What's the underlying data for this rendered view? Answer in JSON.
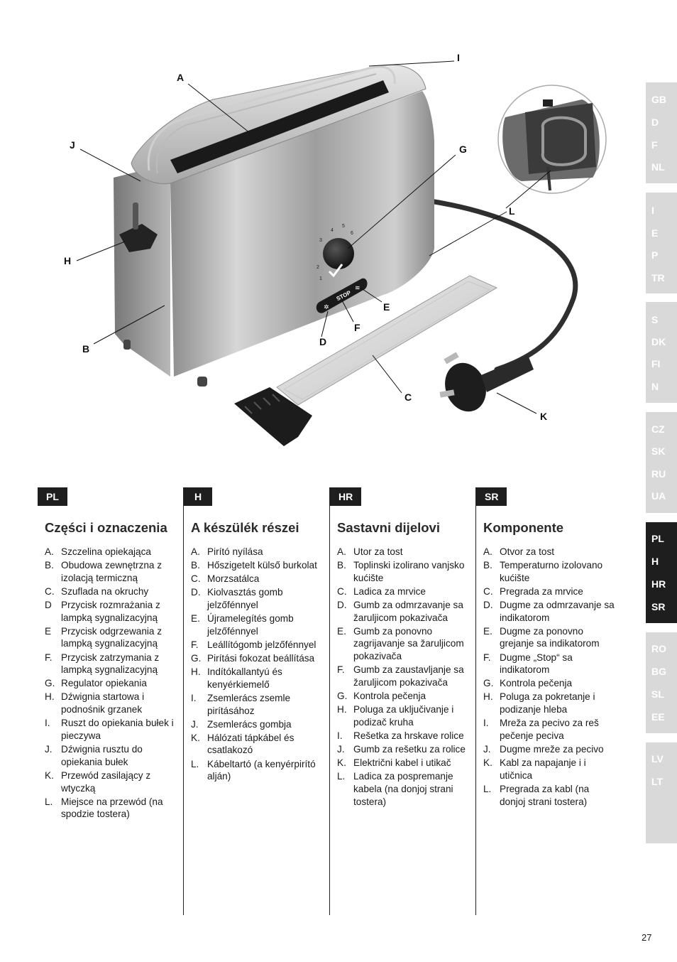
{
  "callouts": {
    "A": "A",
    "B": "B",
    "C": "C",
    "D": "D",
    "E": "E",
    "F": "F",
    "G": "G",
    "H": "H",
    "I": "I",
    "J": "J",
    "K": "K",
    "L": "L"
  },
  "dial": {
    "numbers": [
      "1",
      "2",
      "3",
      "4",
      "5",
      "6"
    ],
    "stop_label": "STOP"
  },
  "sidebar": {
    "groups": [
      {
        "codes": [
          "GB",
          "D",
          "F",
          "NL"
        ],
        "active": false
      },
      {
        "codes": [
          "I",
          "E",
          "P",
          "TR"
        ],
        "active": false
      },
      {
        "codes": [
          "S",
          "DK",
          "FI",
          "N"
        ],
        "active": false
      },
      {
        "codes": [
          "CZ",
          "SK",
          "RU",
          "UA"
        ],
        "active": false
      },
      {
        "codes": [
          "PL",
          "H",
          "HR",
          "SR"
        ],
        "active": true
      },
      {
        "codes": [
          "RO",
          "BG",
          "SL",
          "EE"
        ],
        "active": false
      },
      {
        "codes": [
          "LV",
          "LT"
        ],
        "active": false
      }
    ]
  },
  "columns": [
    {
      "lang": "PL",
      "title": "Części i oznaczenia",
      "items": [
        {
          "letter": "A.",
          "text": "Szczelina opiekająca"
        },
        {
          "letter": "B.",
          "text": "Obudowa zewnętrzna z izolacją termiczną"
        },
        {
          "letter": "C.",
          "text": "Szuflada na okruchy"
        },
        {
          "letter": "D",
          "text": "Przycisk rozmrażania z lampką sygnalizacyjną"
        },
        {
          "letter": "E",
          "text": "Przycisk odgrzewania z lampką sygnalizacyjną"
        },
        {
          "letter": "F.",
          "text": "Przycisk zatrzymania z lampką sygnalizacyjną"
        },
        {
          "letter": "G.",
          "text": "Regulator opiekania"
        },
        {
          "letter": "H.",
          "text": "Dźwignia startowa i podnośnik grzanek"
        },
        {
          "letter": "I.",
          "text": "Ruszt do opiekania bułek i pieczywa"
        },
        {
          "letter": "J.",
          "text": "Dźwignia rusztu do opiekania bułek"
        },
        {
          "letter": "K.",
          "text": "Przewód zasilający z wtyczką"
        },
        {
          "letter": "L.",
          "text": "Miejsce na przewód (na spodzie tostera)"
        }
      ]
    },
    {
      "lang": "H",
      "title": "A készülék részei",
      "items": [
        {
          "letter": "A.",
          "text": "Pirító nyílása"
        },
        {
          "letter": "B.",
          "text": "Hőszigetelt külső burkolat"
        },
        {
          "letter": "C.",
          "text": "Morzsatálca"
        },
        {
          "letter": "D.",
          "text": "Kiolvasztás gomb jelzőfénnyel"
        },
        {
          "letter": "E.",
          "text": "Újramelegítés gomb jelzőfénnyel"
        },
        {
          "letter": "F.",
          "text": "Leállítógomb jelzőfénnyel"
        },
        {
          "letter": "G.",
          "text": "Pirítási fokozat beállítása"
        },
        {
          "letter": "H.",
          "text": "Indítókallantyú és kenyérkiemelő"
        },
        {
          "letter": "I.",
          "text": "Zsemlerács zsemle pirításához"
        },
        {
          "letter": "J.",
          "text": "Zsemlerács gombja"
        },
        {
          "letter": "K.",
          "text": "Hálózati tápkábel és csatlakozó"
        },
        {
          "letter": "L.",
          "text": "Kábeltartó (a kenyérpirító alján)"
        }
      ]
    },
    {
      "lang": "HR",
      "title": "Sastavni dijelovi",
      "items": [
        {
          "letter": "A.",
          "text": "Utor za tost"
        },
        {
          "letter": "B.",
          "text": "Toplinski izolirano vanjsko kućište"
        },
        {
          "letter": "C.",
          "text": "Ladica za mrvice"
        },
        {
          "letter": "D.",
          "text": "Gumb za odmrzavanje sa žaruljicom pokazivača"
        },
        {
          "letter": "E.",
          "text": "Gumb za ponovno zagrijavanje sa žaruljicom pokazivača"
        },
        {
          "letter": "F.",
          "text": "Gumb za zaustavljanje sa žaruljicom pokazivača"
        },
        {
          "letter": "G.",
          "text": "Kontrola pečenja"
        },
        {
          "letter": "H.",
          "text": "Poluga za uključivanje i podizač kruha"
        },
        {
          "letter": "I.",
          "text": "Rešetka za hrskave rolice"
        },
        {
          "letter": "J.",
          "text": "Gumb za rešetku za rolice"
        },
        {
          "letter": "K.",
          "text": "Električni kabel i utikač"
        },
        {
          "letter": "L.",
          "text": "Ladica za pospremanje kabela (na donjoj strani tostera)"
        }
      ]
    },
    {
      "lang": "SR",
      "title": "Komponente",
      "items": [
        {
          "letter": "A.",
          "text": "Otvor za tost"
        },
        {
          "letter": "B.",
          "text": "Temperaturno izolovano kućište"
        },
        {
          "letter": "C.",
          "text": "Pregrada za mrvice"
        },
        {
          "letter": "D.",
          "text": "Dugme za odmrzavanje sa indikatorom"
        },
        {
          "letter": "E.",
          "text": "Dugme za ponovno grejanje sa indikatorom"
        },
        {
          "letter": "F.",
          "text": "Dugme „Stop“ sa indikatorom"
        },
        {
          "letter": "G.",
          "text": "Kontrola pečenja"
        },
        {
          "letter": "H.",
          "text": "Poluga za pokretanje i podizanje hleba"
        },
        {
          "letter": "I.",
          "text": "Mreža za pecivo za reš pečenje peciva"
        },
        {
          "letter": "J.",
          "text": "Dugme mreže za pecivo"
        },
        {
          "letter": "K.",
          "text": "Kabl za napajanje i i utičnica"
        },
        {
          "letter": "L.",
          "text": "Pregrada za kabl (na donjoj strani tostera)"
        }
      ]
    }
  ],
  "page_number": "27"
}
